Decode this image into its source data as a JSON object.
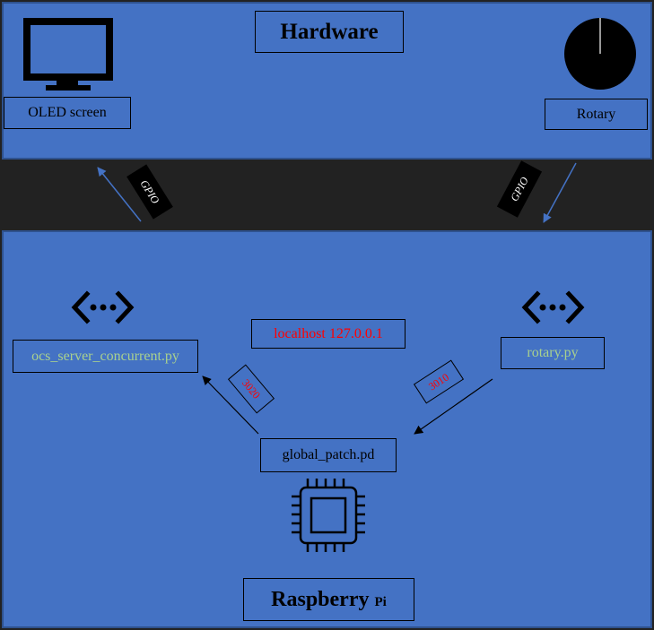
{
  "hardware": {
    "title": "Hardware",
    "oled_label": "OLED screen",
    "rotary_label": "Rotary"
  },
  "bus": {
    "left_gpio": "GPIO",
    "right_gpio": "GPIO"
  },
  "pi": {
    "title_main": "Raspberry",
    "title_sub": "Pi",
    "localhost_label": "localhost 127.0.0.1",
    "ocs_label": "ocs_server_concurrent.py",
    "rotary_py_label": "rotary.py",
    "global_patch_label": "global_patch.pd",
    "port_left": "3020",
    "port_right": "3010"
  },
  "colors": {
    "panel": "#4472c4",
    "panel_border": "#2f528f",
    "band": "#222222",
    "script_text": "#a9d18e",
    "port_text": "#ff0000",
    "blue_arrow": "#4472c4"
  },
  "icons": {
    "monitor": "monitor-icon",
    "knob": "rotary-knob-icon",
    "code_left": "code-icon",
    "code_right": "code-icon",
    "chip": "cpu-chip-icon"
  }
}
